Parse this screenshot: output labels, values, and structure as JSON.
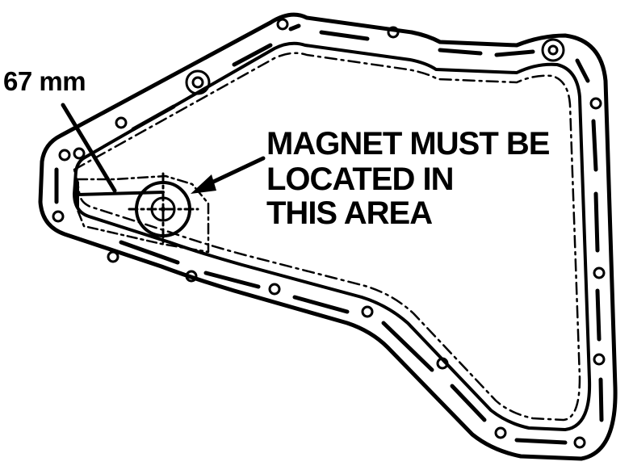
{
  "dimension_label": "67 mm",
  "callout": {
    "line1": "MAGNET MUST BE",
    "line2": "LOCATED IN",
    "line3": "THIS AREA"
  },
  "colors": {
    "ink": "#000000",
    "paper": "#ffffff"
  }
}
